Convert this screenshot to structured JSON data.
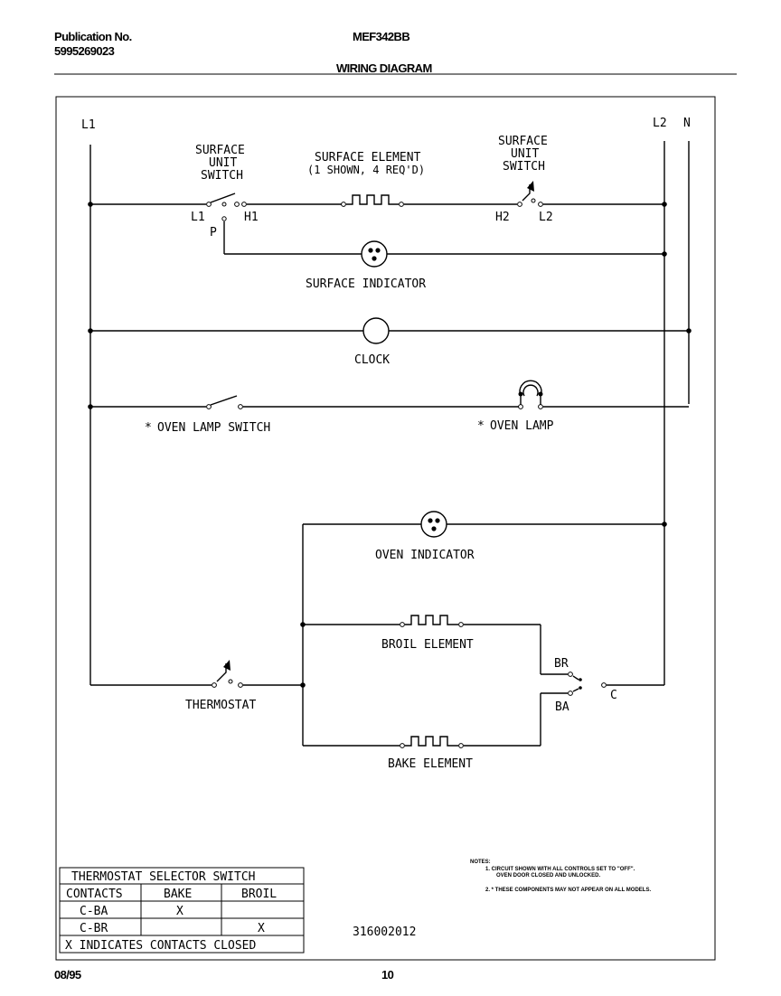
{
  "header": {
    "publication_label": "Publication No.",
    "publication_number": "5995269023",
    "model": "MEF342BB",
    "title": "WIRING DIAGRAM"
  },
  "footer": {
    "date": "08/95",
    "page": "10"
  },
  "diagram": {
    "lines": {
      "l1": "L1",
      "l2": "L2",
      "n": "N"
    },
    "surface_unit_switch_left": [
      "SURFACE",
      "UNIT",
      "SWITCH"
    ],
    "surface_unit_switch_right": [
      "SURFACE",
      "UNIT",
      "SWITCH"
    ],
    "surface_element": [
      "SURFACE ELEMENT",
      "(1 SHOWN, 4 REQ'D)"
    ],
    "terminals": {
      "l1": "L1",
      "h1": "H1",
      "p": "P",
      "h2": "H2",
      "l2": "L2",
      "br": "BR",
      "ba": "BA",
      "c": "C"
    },
    "surface_indicator": "SURFACE INDICATOR",
    "clock": "CLOCK",
    "oven_lamp_switch": "OVEN LAMP SWITCH",
    "oven_lamp": "OVEN LAMP",
    "asterisk": "*",
    "oven_indicator": "OVEN INDICATOR",
    "broil_element": "BROIL ELEMENT",
    "thermostat": "THERMOSTAT",
    "bake_element": "BAKE ELEMENT",
    "part_number": "316002012"
  },
  "notes": {
    "heading": "NOTES:",
    "note1_line1": "1.  CIRCUIT SHOWN WITH ALL CONTROLS SET TO \"OFF\".",
    "note1_line2": "OVEN DOOR CLOSED AND UNLOCKED.",
    "note2": "2.  * THESE COMPONENTS MAY NOT APPEAR ON ALL MODELS."
  },
  "selector_table": {
    "title": "THERMOSTAT SELECTOR SWITCH",
    "headers": [
      "CONTACTS",
      "BAKE",
      "BROIL"
    ],
    "rows": [
      [
        "C-BA",
        "X",
        ""
      ],
      [
        "C-BR",
        "",
        "X"
      ]
    ],
    "footer": "X INDICATES CONTACTS CLOSED"
  }
}
